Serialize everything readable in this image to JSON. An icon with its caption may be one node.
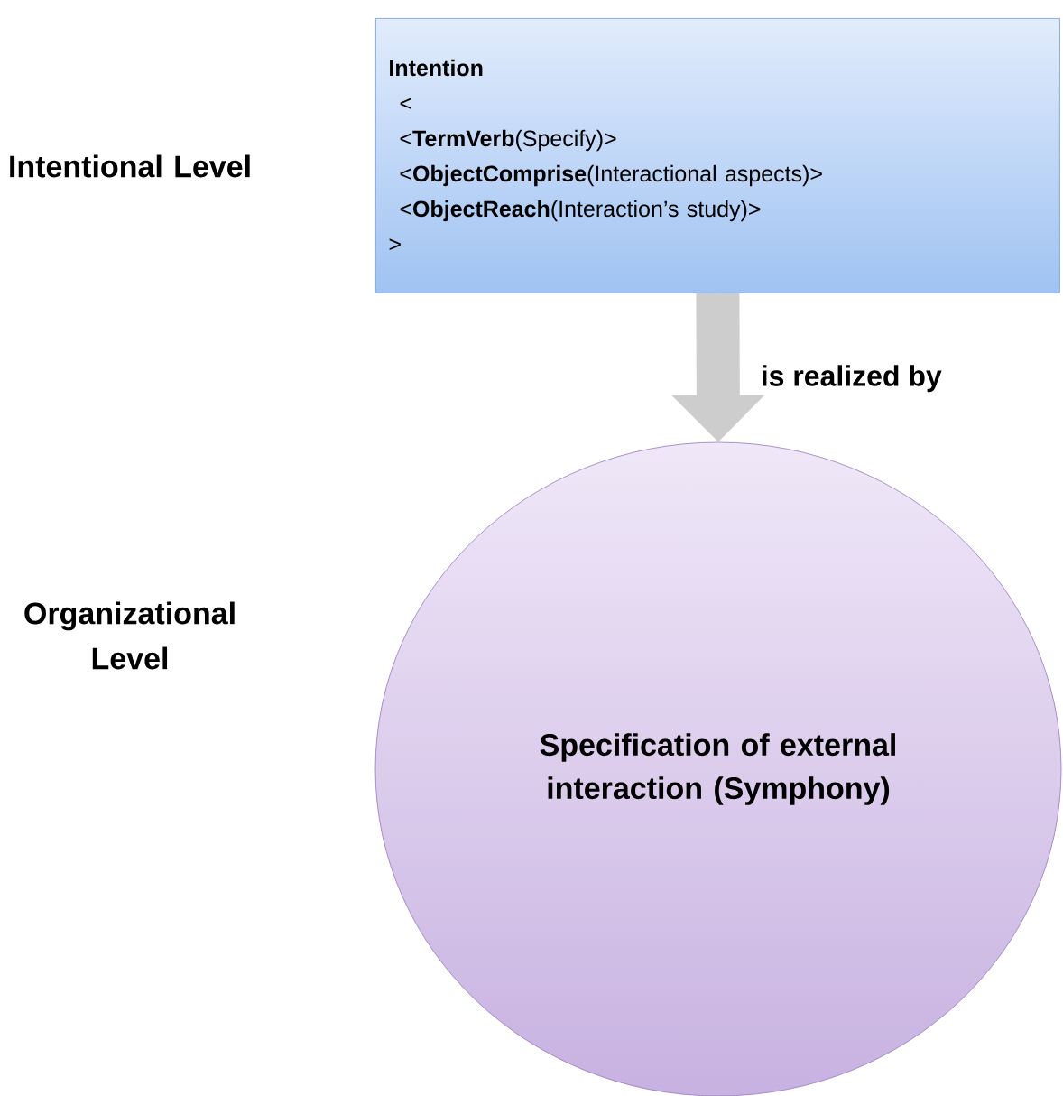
{
  "diagram": {
    "nodes": [
      {
        "text": [
          "Intention",
          "<",
          "<**TermVerb**(Specify)>",
          "<**ObjectComprise**(Interactional aspects)>",
          "<**ObjectReach**(Interaction’s study)>",
          ">"
        ]
      },
      {
        "text": [
          "Specification of external interaction (Symphony)"
        ]
      }
    ],
    "edges": [
      {
        "from": 0,
        "to": 1,
        "arrow": "to",
        "label": "is realized by"
      }
    ],
    "labels": [
      "Intentional Level",
      "Organizational Level"
    ]
  }
}
